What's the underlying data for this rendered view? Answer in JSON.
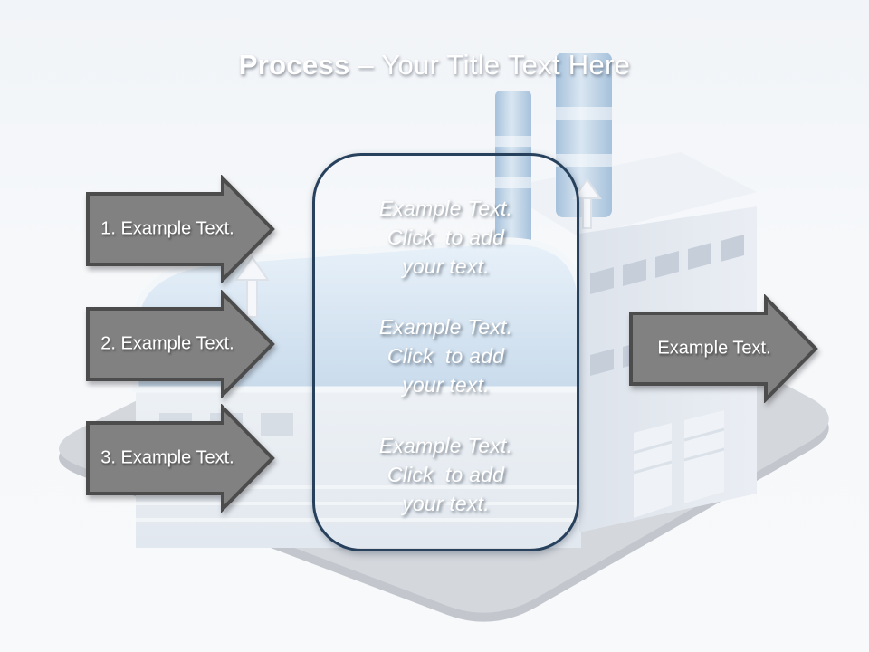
{
  "header": {
    "title_bold": "Process",
    "title_rest": "– Your Title Text Here"
  },
  "process_arrows": [
    {
      "label": "1. Example Text."
    },
    {
      "label": "2. Example Text."
    },
    {
      "label": "3. Example Text."
    }
  ],
  "output_arrow": {
    "label": "Example Text."
  },
  "center_panel": {
    "paragraphs": [
      {
        "line1": "Example Text.",
        "line2": "Click  to add",
        "line3": "your text."
      },
      {
        "line1": "Example Text.",
        "line2": "Click  to add",
        "line3": "your text."
      },
      {
        "line1": "Example Text.",
        "line2": "Click  to add",
        "line3": "your text."
      }
    ]
  },
  "background": {
    "illustration": "isometric-factory-building-on-rounded-platform"
  },
  "colors": {
    "header_blue": "#3f5c80",
    "header_top_strip": "#24344a",
    "panel_fill": "#3d5a7d",
    "panel_border": "#27415d",
    "arrow_fill": "#818181",
    "arrow_border": "#4c4c4c",
    "platform_gray": "#d4d7dc",
    "building_light": "#e9edf2",
    "text_white": "#ffffff"
  }
}
